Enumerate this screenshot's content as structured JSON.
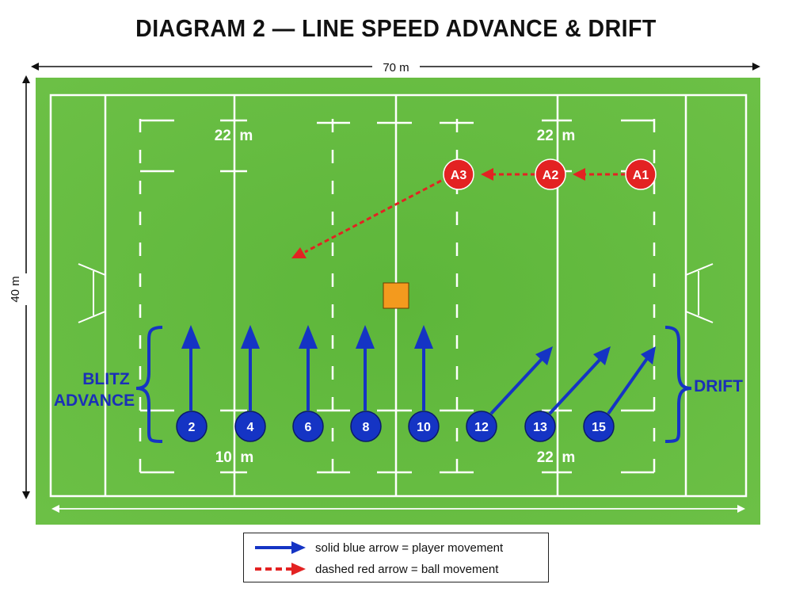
{
  "title": "DIAGRAM 2 — LINE SPEED ADVANCE & DRIFT",
  "dimensions": {
    "width_label": "70 m",
    "height_label": "40 m"
  },
  "field": {
    "grass_color": "#6cbf42",
    "line_color": "#ffffff",
    "line_labels": {
      "top_left_22": "22  m",
      "top_right_22": "22  m",
      "bottom_left_10": "10  m",
      "bottom_right_22": "22  m"
    }
  },
  "attack": {
    "color": "#e32222",
    "players": [
      "A3",
      "A2",
      "A1"
    ]
  },
  "ball_marker": {
    "color": "#f39a1e"
  },
  "defence": {
    "color": "#1534c4",
    "players": [
      "2",
      "4",
      "6",
      "8",
      "10",
      "12",
      "13",
      "15"
    ]
  },
  "side_labels": {
    "left_line1": "BLITZ",
    "left_line2": "ADVANCE",
    "right": "DRIFT"
  },
  "legend": {
    "player_movement": "solid blue arrow = player movement",
    "ball_movement": "dashed red arrow = ball movement"
  }
}
